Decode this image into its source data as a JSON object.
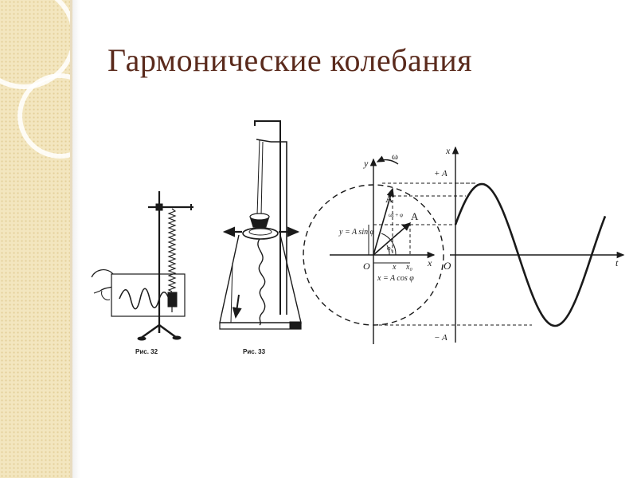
{
  "slide": {
    "title": "Гармонические колебания"
  },
  "figures": {
    "fig32_caption": "Рис. 32",
    "fig33_caption": "Рис. 33"
  },
  "phasor_diagram": {
    "y_axis": "y",
    "x_axis": "x",
    "origin": "O",
    "omega": "ω",
    "point_A": "A",
    "vector_A": "A",
    "y_label": "y = A sin φ",
    "x_label": "x = A cos φ",
    "phase_label": "ωt + φ",
    "phi0": "φ₀",
    "x_mark": "x",
    "x0_mark": "x₀"
  },
  "wave_graph": {
    "vertical_axis": "x",
    "horizontal_axis": "t",
    "origin": "O",
    "plus_A": "+ A",
    "minus_A": "− A"
  },
  "colors": {
    "title": "#5a2a1c",
    "ink": "#1a1a1a",
    "band": "#f3e6bf"
  }
}
